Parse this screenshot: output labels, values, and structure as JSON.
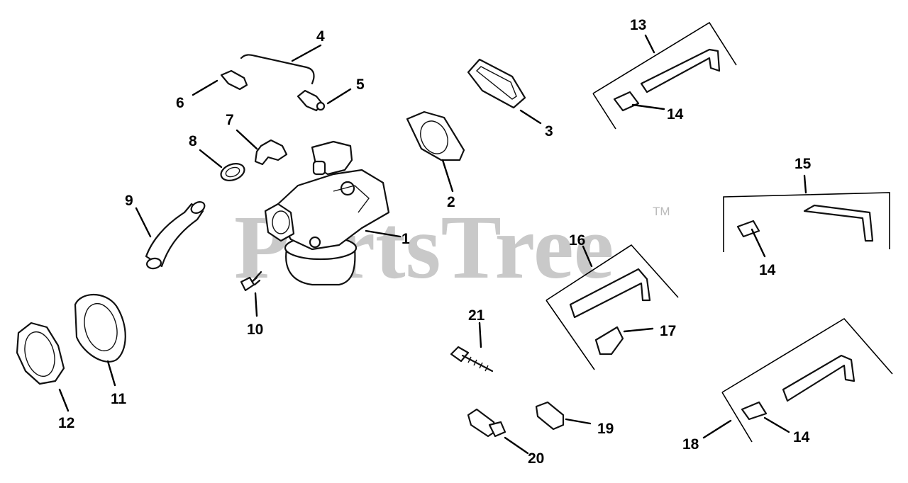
{
  "watermark": {
    "text": "PartsTree",
    "trademark": "TM"
  },
  "callouts": [
    "1",
    "2",
    "3",
    "4",
    "5",
    "6",
    "7",
    "8",
    "9",
    "10",
    "11",
    "12",
    "13",
    "14",
    "14",
    "15",
    "14",
    "16",
    "17",
    "18",
    "14",
    "19",
    "20",
    "21"
  ]
}
